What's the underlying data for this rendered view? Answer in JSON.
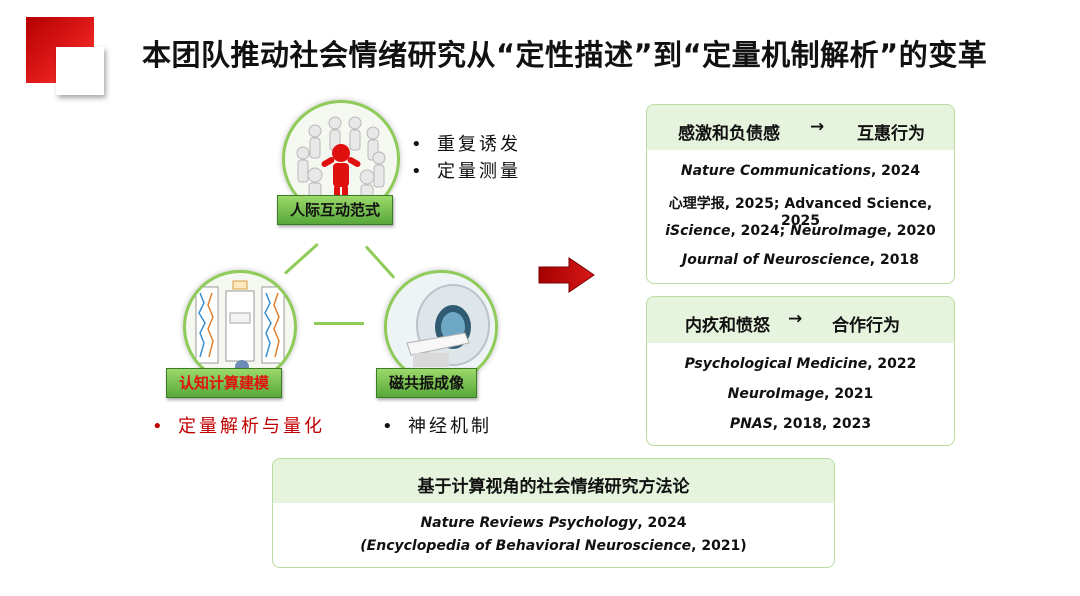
{
  "title": "本团队推动社会情绪研究从“定性描述”到“定量机制解析”的变革",
  "paradigms": {
    "interaction": {
      "label": "人际互动范式",
      "bullets": [
        "重复诱发",
        "定量测量"
      ]
    },
    "modeling": {
      "label": "认知计算建模",
      "bullets": [
        "定量解析与量化"
      ]
    },
    "mri": {
      "label": "磁共振成像",
      "bullets": [
        "神经机制"
      ]
    }
  },
  "panel1": {
    "from": "感激和负债感",
    "arrow": "→",
    "to": "互惠行为",
    "refs": [
      {
        "italic": "Nature Communications",
        "rest": ", 2024"
      },
      {
        "italic": "",
        "rest": "心理学报, 2025; Advanced Science, 2025"
      },
      {
        "italic": "iScience",
        "rest": ", 2024; ",
        "italic2": "NeuroImage",
        "rest2": ", 2020"
      },
      {
        "italic": "Journal of  Neuroscience",
        "rest": ", 2018"
      }
    ]
  },
  "panel2": {
    "from": "内疚和愤怒",
    "arrow": "→",
    "to": "合作行为",
    "refs": [
      {
        "italic": "Psychological Medicine",
        "rest": ", 2022"
      },
      {
        "italic": "NeuroImage",
        "rest": ", 2021"
      },
      {
        "italic": "PNAS",
        "rest": ", 2018, 2023"
      }
    ]
  },
  "panel3": {
    "title": "基于计算视角的社会情绪研究方法论",
    "refs": [
      {
        "italic": "Nature Reviews Psychology",
        "rest": ", 2024"
      },
      {
        "italic": "(Encyclopedia of Behavioral Neuroscience",
        "rest": ", 2021)"
      }
    ]
  },
  "colors": {
    "accent_green": "#8fcb58",
    "accent_red": "#c00000",
    "panel_head": "#e6f3dd"
  }
}
